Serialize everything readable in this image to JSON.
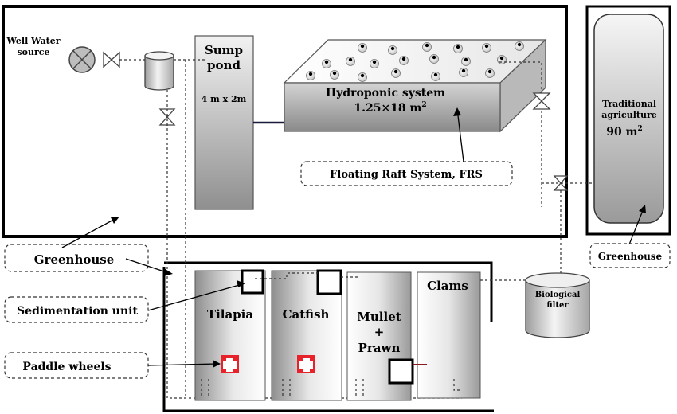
{
  "labels": {
    "well_water": [
      "Well Water",
      "source"
    ],
    "sump_title": [
      "Sump",
      "pond"
    ],
    "sump_size": "4 m x 2m",
    "hydro_title": "Hydroponic system",
    "hydro_size": "1.25×18 m",
    "hydro_exp": "2",
    "frs": "Floating Raft System, FRS",
    "trad": [
      "Traditional",
      "agriculture"
    ],
    "trad_size": "90 m",
    "trad_exp": "2",
    "greenhouse_left": "Greenhouse",
    "greenhouse_right": "Greenhouse",
    "sedimentation": "Sedimentation unit",
    "paddle": "Paddle wheels",
    "tilapia": "Tilapia",
    "catfish": "Catfish",
    "mullet": [
      "Mullet",
      "+",
      "Prawn"
    ],
    "clams": "Clams",
    "biofilter": [
      "Biological",
      "filter"
    ]
  },
  "colors": {
    "paddle_wheel": "#e8222a",
    "pipe_accent": "#8b1a1a"
  }
}
